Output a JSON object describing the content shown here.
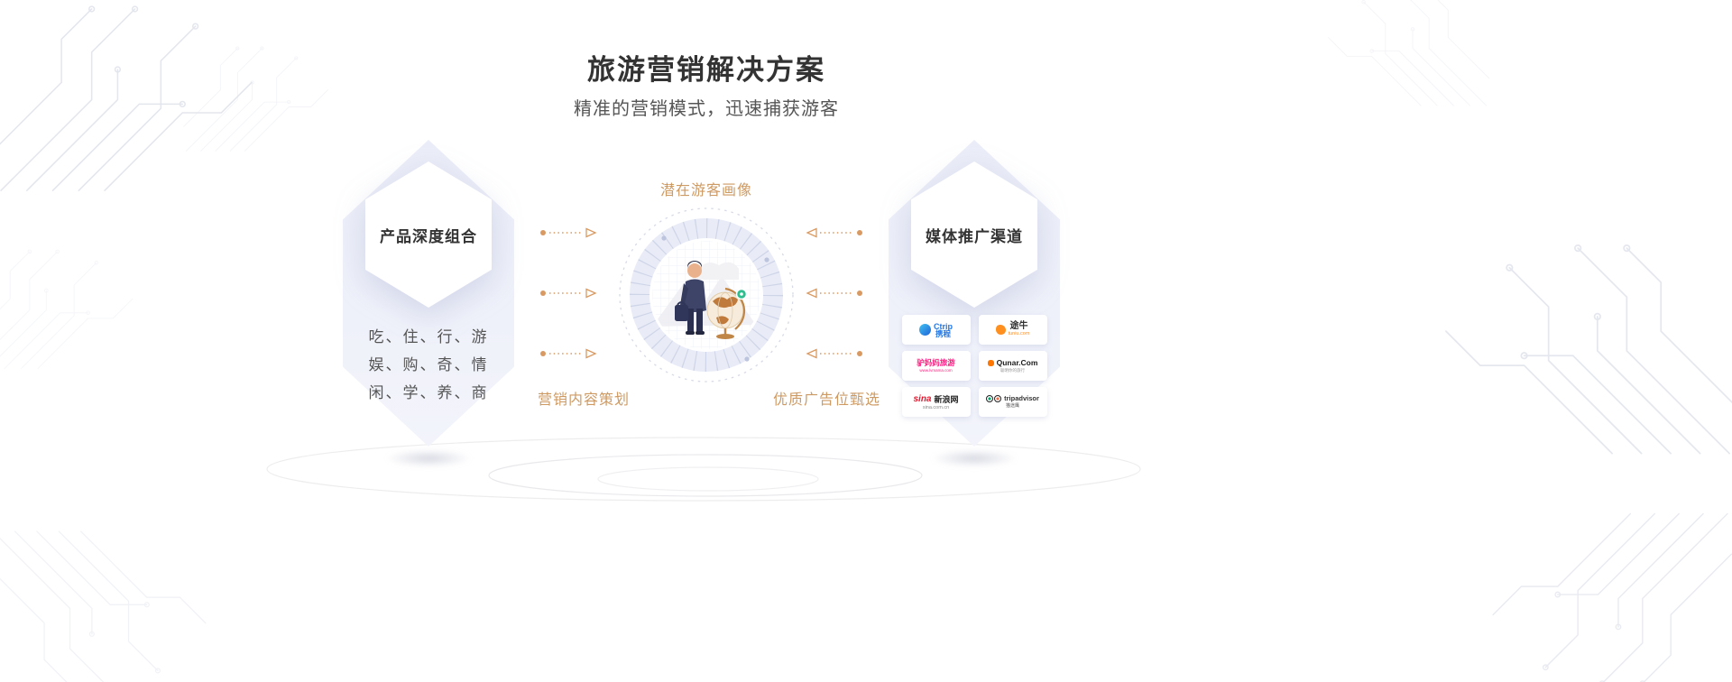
{
  "page": {
    "title": "旅游营销解决方案",
    "subtitle": "精准的营销模式，迅速捕获游客"
  },
  "left_card": {
    "title": "产品深度组合",
    "lines": [
      "吃、住、行、游",
      "娱、购、奇、情",
      "闲、学、养、商"
    ]
  },
  "center": {
    "top_label": "潜在游客画像",
    "bottom_left_label": "营销内容策划",
    "bottom_right_label": "优质广告位甄选"
  },
  "right_card": {
    "title": "媒体推广渠道",
    "logos": [
      {
        "id": "ctrip",
        "main": "Ctrip",
        "sub": "携程",
        "color": "#2577E3"
      },
      {
        "id": "tuniu",
        "main": "途牛",
        "sub": "tuniu.com",
        "color": "#FF8F1F"
      },
      {
        "id": "lvmama",
        "main": "驴妈妈旅游",
        "sub": "www.lvmama.com",
        "color": "#FF1A7F"
      },
      {
        "id": "qunar",
        "main": "Qunar.Com",
        "sub": "聪明你的旅行",
        "color": "#FF7700"
      },
      {
        "id": "sina",
        "main": "sina",
        "main2": "新浪网",
        "sub": "sina.com.cn",
        "color": "#E6162D"
      },
      {
        "id": "tripadvisor",
        "main": "tripadvisor",
        "sub": "猫途鹰",
        "color": "#00AA6C"
      }
    ]
  },
  "colors": {
    "accent_orange": "#CE9A63",
    "card_background": "#EDEFF8",
    "title_text": "#333333",
    "body_text": "#555555"
  }
}
